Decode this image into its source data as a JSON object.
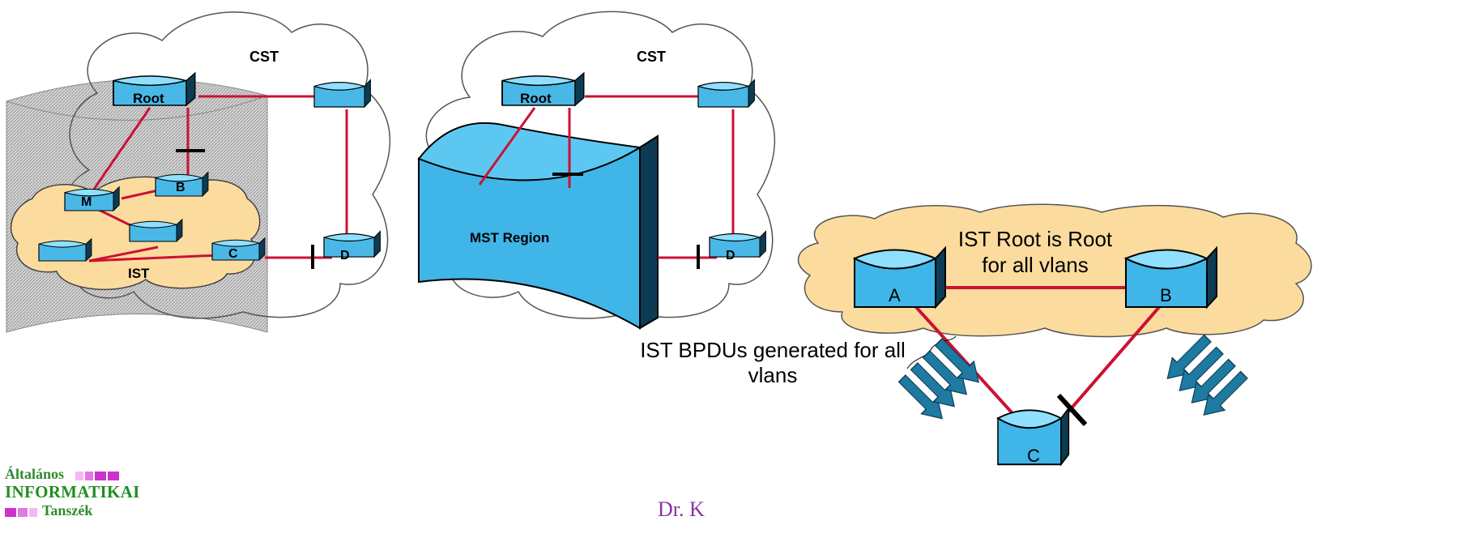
{
  "colors": {
    "device": "#49b8e6",
    "device_top": "#8fe0ff",
    "device_side": "#0d3b54",
    "link": "#cc1133",
    "cloud_fill": "#fbdc9e",
    "region": "#3fb5e8",
    "bpdu_arrow": "#1e7aa0",
    "dept_green": "#2e8b2e",
    "dept_magenta": "#cc33cc",
    "author": "#8833aa"
  },
  "diagram1": {
    "cloud_label": "CST",
    "inner_cloud_label": "IST",
    "root_label": "Root",
    "m_label": "M",
    "b_label": "B",
    "c_label": "C",
    "d_label": "D"
  },
  "diagram2": {
    "cloud_label": "CST",
    "root_label": "Root",
    "region_label": "MST Region",
    "d_label": "D"
  },
  "diagram3": {
    "ist_root_line1": "IST Root is Root",
    "ist_root_line2": "for all vlans",
    "a_label": "A",
    "b_label": "B",
    "c_label": "C",
    "bpdu_line1": "IST BPDUs generated for all",
    "bpdu_line2": "vlans"
  },
  "footer": {
    "dept_line1": "Általános",
    "dept_line2": "INFORMATIKAI",
    "dept_line3": "Tanszék",
    "author": "Dr. K"
  }
}
